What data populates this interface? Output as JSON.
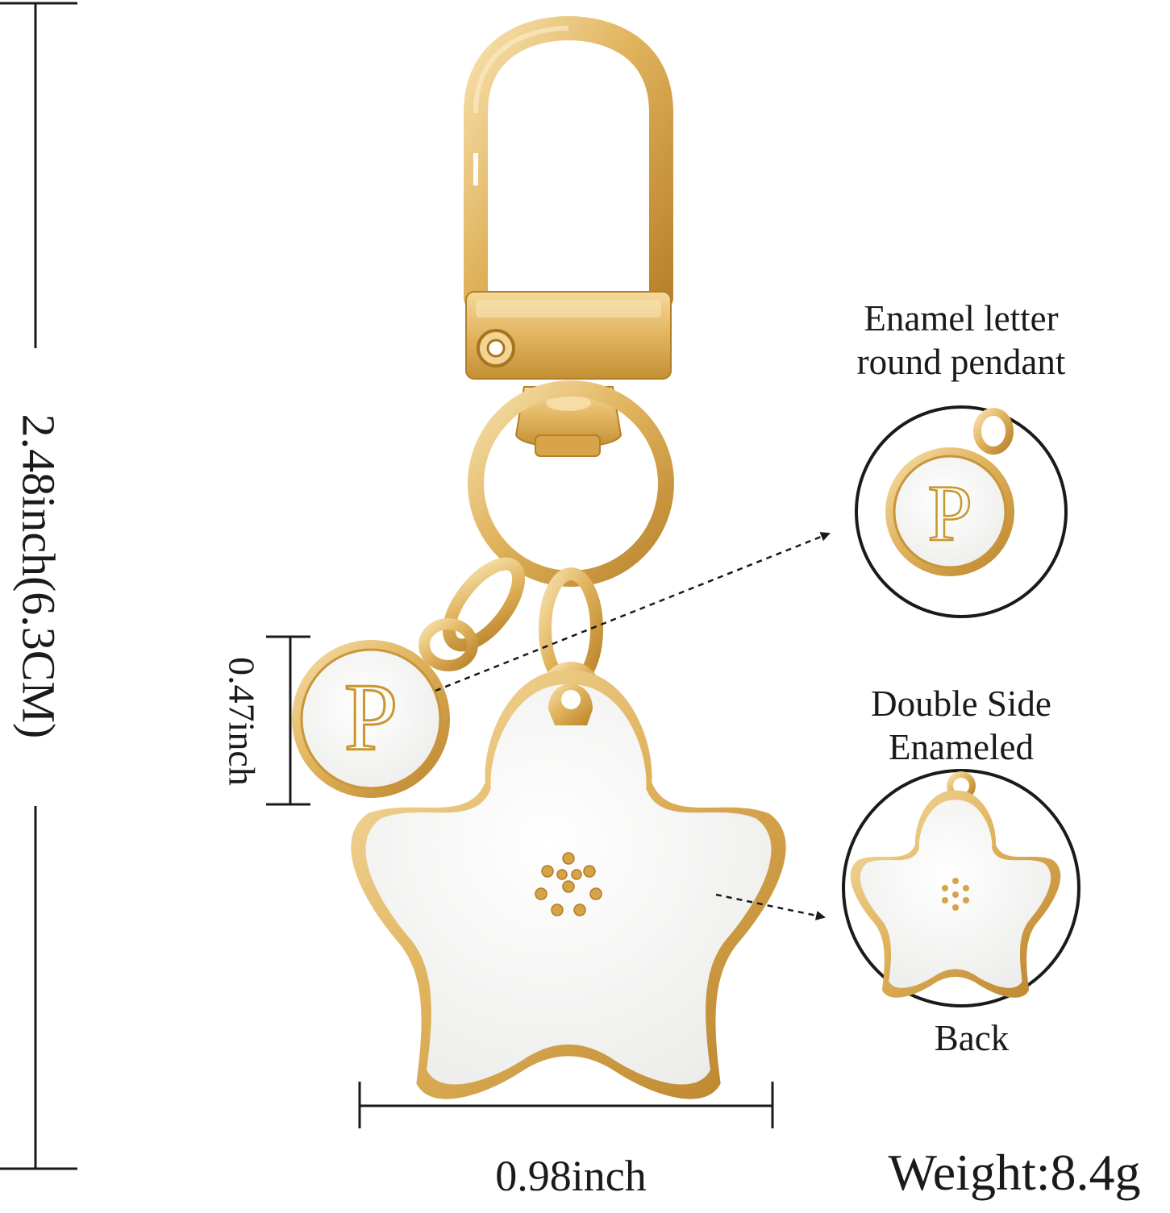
{
  "labels": {
    "height_dimension": "2.48inch(6.3CM)",
    "pendant_dimension": "0.47inch",
    "width_dimension": "0.98inch",
    "weight": "Weight:8.4g",
    "pendant_caption_line1": "Enamel letter",
    "pendant_caption_line2": "round pendant",
    "double_side_line1": "Double Side",
    "double_side_line2": "Enameled",
    "back": "Back"
  },
  "pendant_letter": "P",
  "colors": {
    "gold": "#e3b866",
    "gold_dark": "#c08a2e",
    "gold_light": "#f6deaa",
    "enamel_white": "#fbfbf8",
    "line": "#1a1a1a"
  }
}
